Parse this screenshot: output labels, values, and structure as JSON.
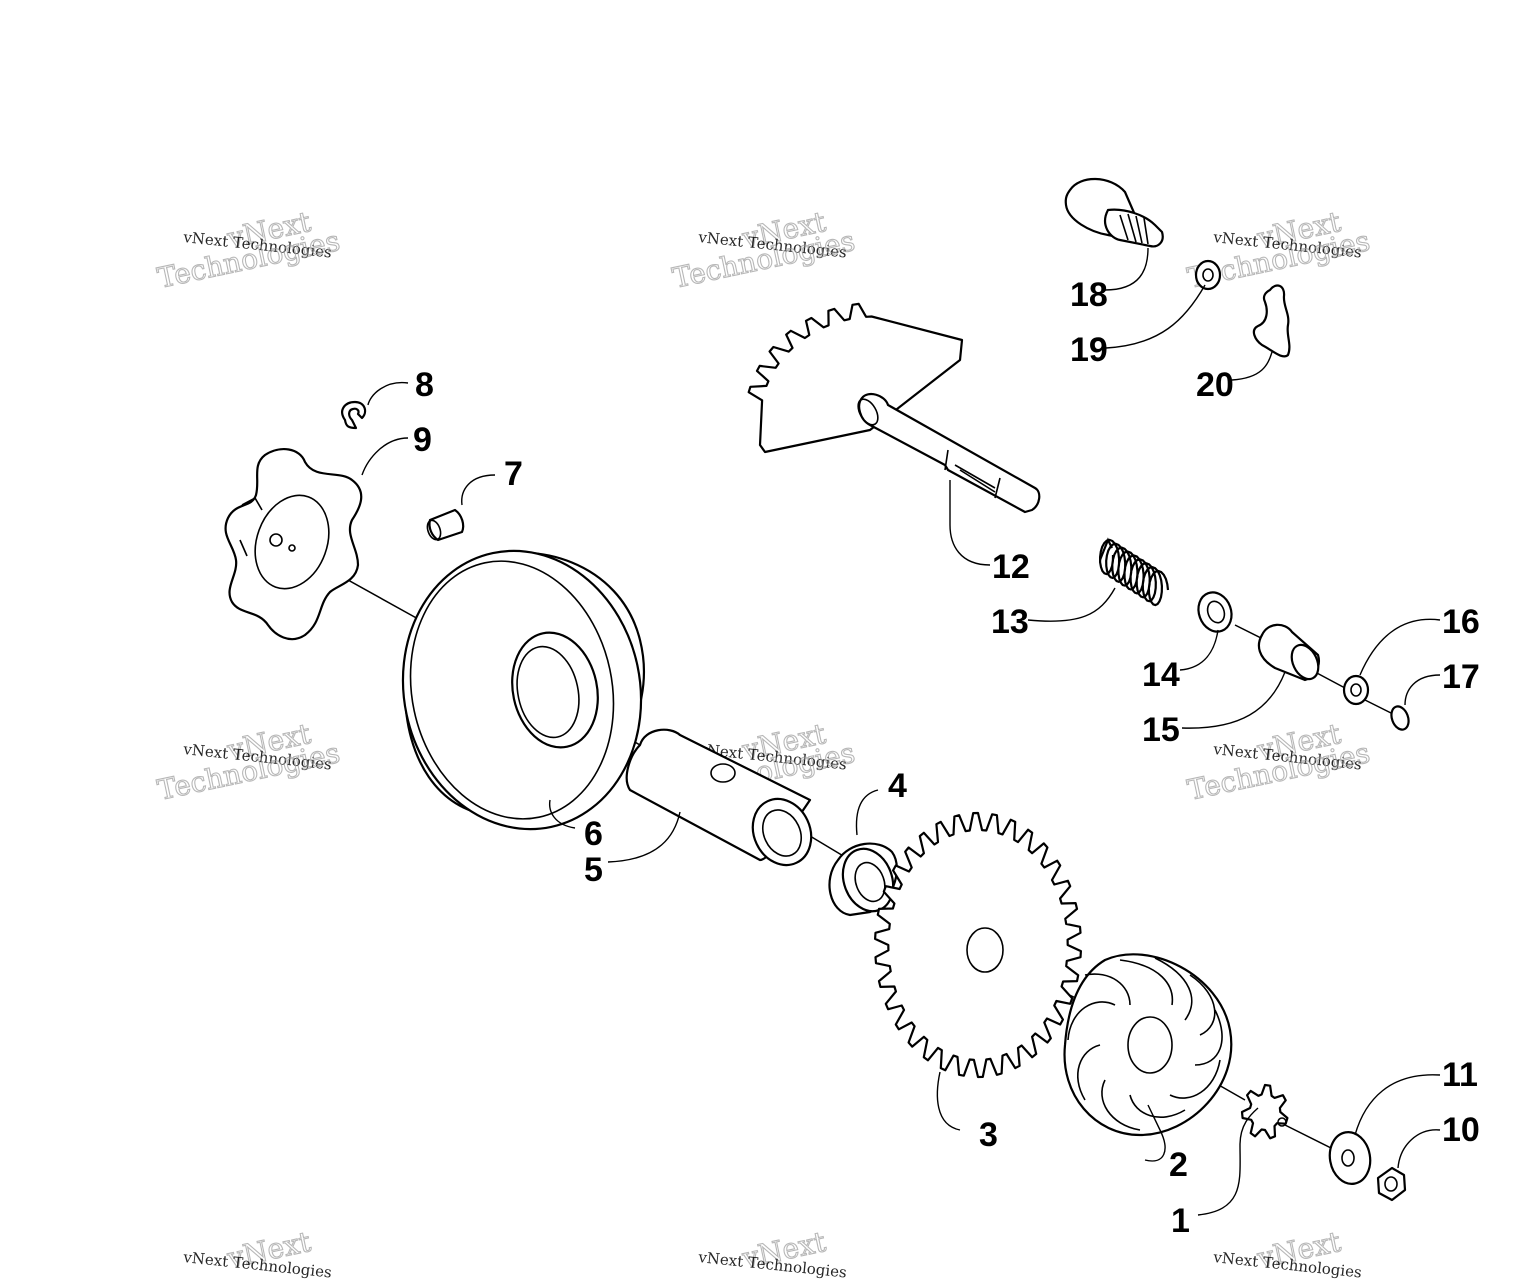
{
  "diagram": {
    "callouts": [
      "1",
      "2",
      "3",
      "4",
      "5",
      "6",
      "7",
      "8",
      "9",
      "10",
      "11",
      "12",
      "13",
      "14",
      "15",
      "16",
      "17",
      "18",
      "19",
      "20"
    ],
    "watermark": {
      "top_line": "vNext",
      "small_line": "vNext Technologies",
      "big_line": "Technologies"
    }
  }
}
